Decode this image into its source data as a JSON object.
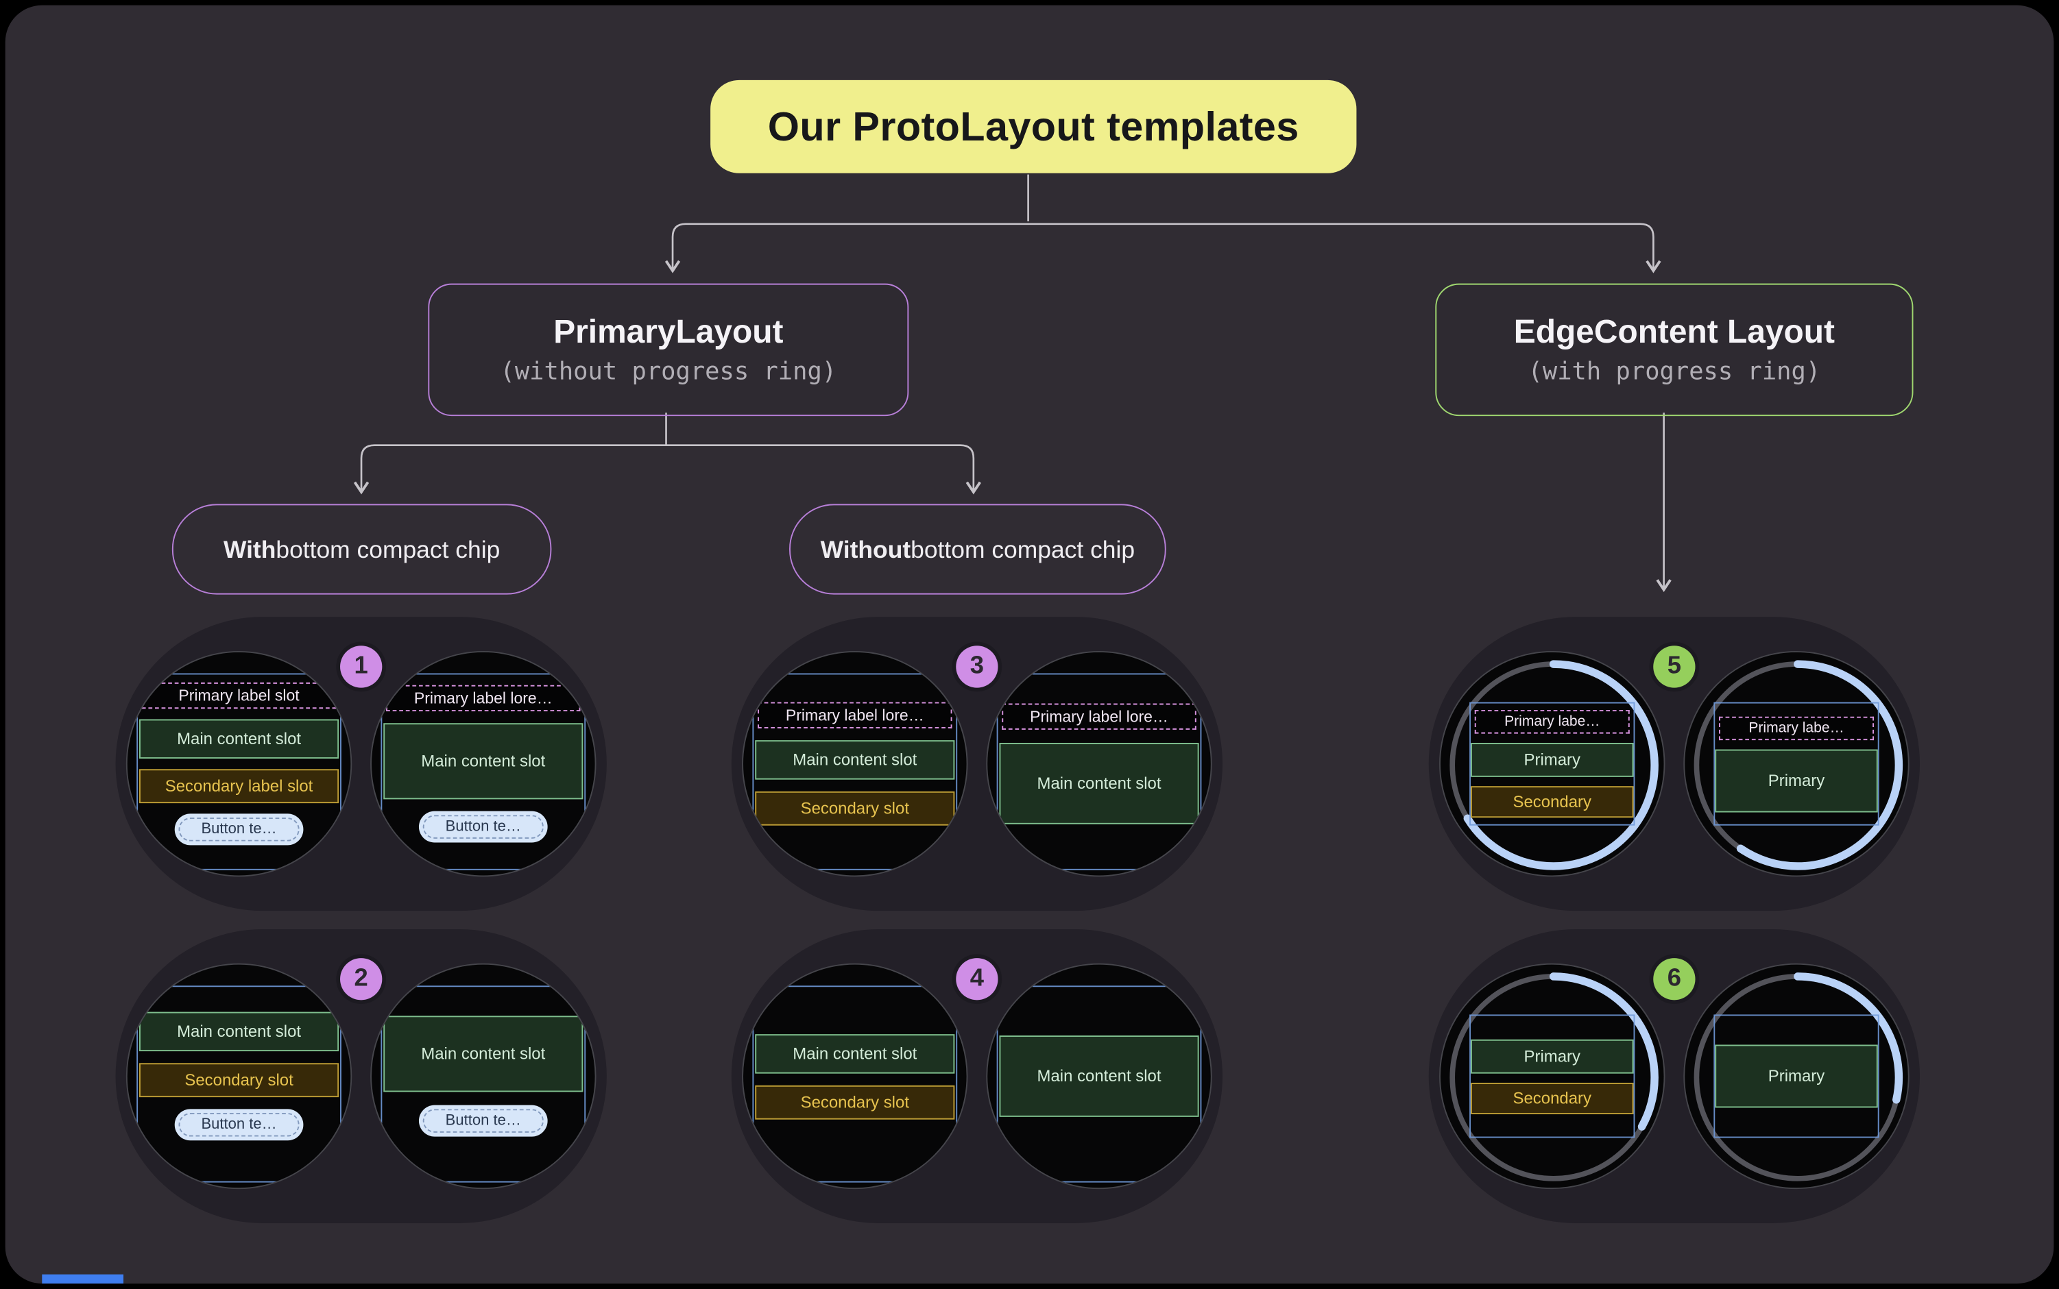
{
  "title": "Our ProtoLayout templates",
  "tree": {
    "primary_layout": {
      "title": "PrimaryLayout",
      "subtitle": "(without progress ring)"
    },
    "edge_content": {
      "title": "EdgeContent Layout",
      "subtitle": "(with progress ring)"
    },
    "with_chip": {
      "bold": "With",
      "rest": " bottom compact chip"
    },
    "without_chip": {
      "bold": "Without",
      "rest": " bottom compact chip"
    }
  },
  "groups": [
    {
      "badge": "1",
      "watches": [
        {
          "slots": {
            "plabel": "Primary label slot",
            "main": "Main content slot",
            "secondary": "Secondary label slot",
            "button": "Button te…"
          }
        },
        {
          "slots": {
            "plabel": "Primary label lore…",
            "main": "Main content slot",
            "button": "Button te…"
          }
        }
      ]
    },
    {
      "badge": "2",
      "watches": [
        {
          "slots": {
            "main": "Main content slot",
            "secondary": "Secondary slot",
            "button": "Button te…"
          }
        },
        {
          "slots": {
            "main": "Main content slot",
            "button": "Button te…"
          }
        }
      ]
    },
    {
      "badge": "3",
      "watches": [
        {
          "slots": {
            "plabel": "Primary label lore…",
            "main": "Main content slot",
            "secondary": "Secondary slot"
          }
        },
        {
          "slots": {
            "plabel": "Primary label lore…",
            "main": "Main content slot"
          }
        }
      ]
    },
    {
      "badge": "4",
      "watches": [
        {
          "slots": {
            "main": "Main content slot",
            "secondary": "Secondary slot"
          }
        },
        {
          "slots": {
            "main": "Main content slot"
          }
        }
      ]
    },
    {
      "badge": "5",
      "watches": [
        {
          "slots": {
            "plabel": "Primary labe…",
            "main": "Primary",
            "secondary": "Secondary"
          }
        },
        {
          "slots": {
            "plabel": "Primary labe…",
            "main": "Primary"
          }
        }
      ]
    },
    {
      "badge": "6",
      "watches": [
        {
          "slots": {
            "main": "Primary",
            "secondary": "Secondary"
          }
        },
        {
          "slots": {
            "main": "Primary"
          }
        }
      ]
    }
  ],
  "colors": {
    "page_background": "#302c33",
    "group_background": "#232028",
    "accent_yellow": "#f0ef8d",
    "accent_purple": "#b77fd8",
    "accent_green": "#a0d870",
    "badge_purple": "#cf8ee6",
    "badge_green": "#95cf5c",
    "progress_ring_blue": "#b9d2f7",
    "slot_green_border": "#7fbf8e",
    "slot_orange_border": "#bd9d35",
    "primary_label_border": "#d793df",
    "button_fill": "#d7e6f9",
    "bounds_blue": "#709ada",
    "connector_gray": "#c6c3c9"
  }
}
